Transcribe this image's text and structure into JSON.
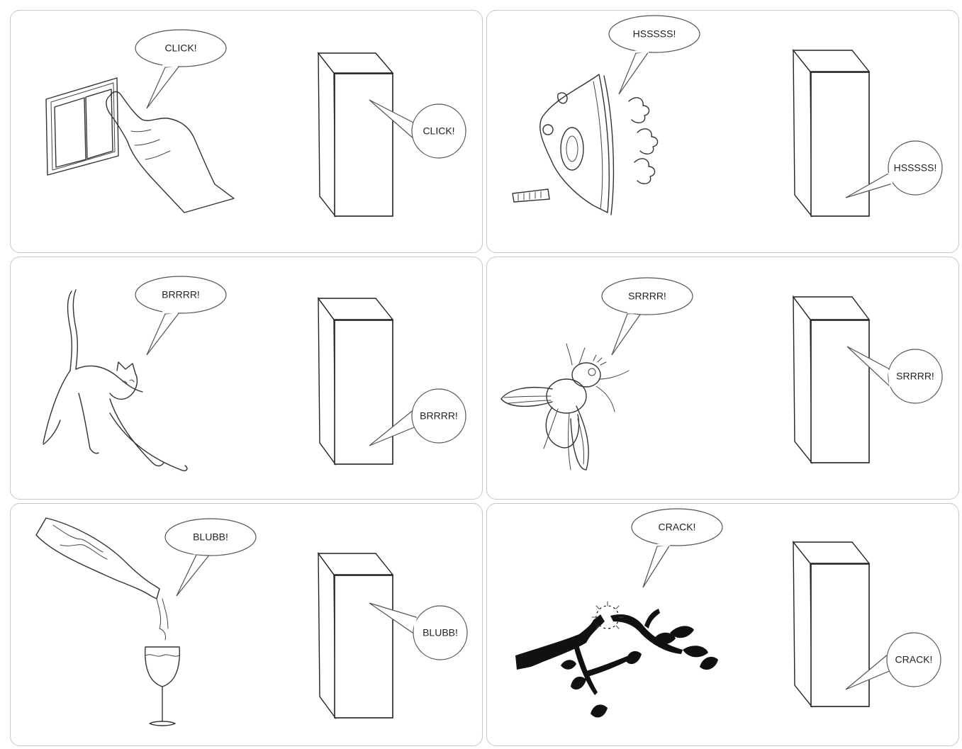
{
  "panels": [
    {
      "id": "click",
      "subject": "light-switch",
      "sound": "CLICK!",
      "box_sound": "CLICK!"
    },
    {
      "id": "hssss",
      "subject": "steam-iron",
      "sound": "HSSSSS!",
      "box_sound": "HSSSSS!"
    },
    {
      "id": "brrrr",
      "subject": "cat",
      "sound": "BRRRR!",
      "box_sound": "BRRRR!"
    },
    {
      "id": "srrrr",
      "subject": "fly",
      "sound": "SRRRR!",
      "box_sound": "SRRRR!"
    },
    {
      "id": "blubb",
      "subject": "bottle-pouring-into-glass",
      "sound": "BLUBB!",
      "box_sound": "BLUBB!"
    },
    {
      "id": "crack",
      "subject": "breaking-branch",
      "sound": "CRACK!",
      "box_sound": "CRACK!"
    }
  ],
  "colors": {
    "panel_border": "#c8c8c8",
    "ink": "#222222",
    "branch": "#111111"
  }
}
